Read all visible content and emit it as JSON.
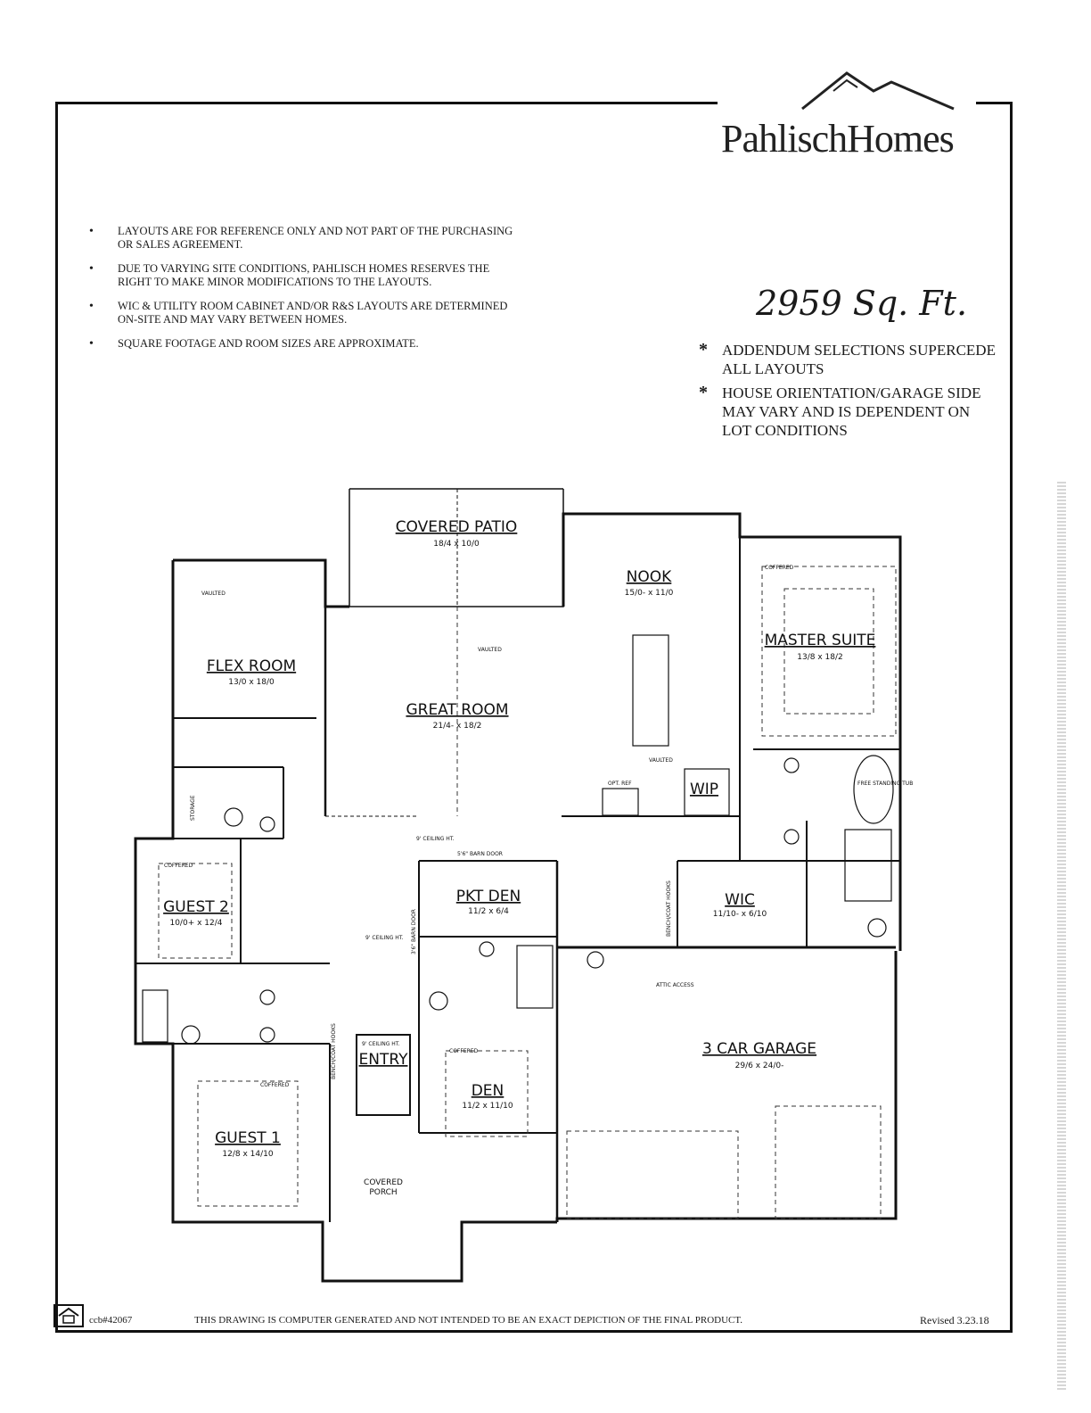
{
  "brand": {
    "name": "PahlischHomes"
  },
  "notes": [
    "LAYOUTS ARE FOR REFERENCE ONLY AND NOT PART OF THE PURCHASING OR SALES AGREEMENT.",
    "DUE TO VARYING SITE CONDITIONS, PAHLISCH HOMES RESERVES THE RIGHT TO MAKE MINOR MODIFICATIONS TO THE LAYOUTS.",
    "WIC & UTILITY ROOM CABINET AND/OR R&S LAYOUTS ARE DETERMINED ON-SITE AND MAY VARY BETWEEN HOMES.",
    "SQUARE FOOTAGE AND ROOM SIZES ARE APPROXIMATE."
  ],
  "square_footage": "2959 Sq. Ft.",
  "addenda": [
    "ADDENDUM SELECTIONS SUPERCEDE ALL LAYOUTS",
    "HOUSE ORIENTATION/GARAGE SIDE MAY VARY AND IS DEPENDENT ON LOT CONDITIONS"
  ],
  "addendum_marker": "*",
  "rooms": {
    "covered_patio": {
      "name": "COVERED PATIO",
      "dims": "18/4 x 10/0"
    },
    "nook": {
      "name": "NOOK",
      "dims": "15/0- x 11/0"
    },
    "master_suite": {
      "name": "MASTER SUITE",
      "dims": "13/8 x 18/2"
    },
    "flex_room": {
      "name": "FLEX ROOM",
      "dims": "13/0 x 18/0"
    },
    "great_room": {
      "name": "GREAT ROOM",
      "dims": "21/4- x 18/2"
    },
    "guest_2": {
      "name": "GUEST 2",
      "dims": "10/0+ x 12/4"
    },
    "pkt_den": {
      "name": "PKT DEN",
      "dims": "11/2 x 6/4"
    },
    "wic": {
      "name": "WIC",
      "dims": "11/10- x 6/10"
    },
    "wip": {
      "name": "WIP"
    },
    "entry": {
      "name": "ENTRY"
    },
    "den": {
      "name": "DEN",
      "dims": "11/2 x 11/10"
    },
    "guest_1": {
      "name": "GUEST 1",
      "dims": "12/8 x 14/10"
    },
    "garage": {
      "name": "3 CAR GARAGE",
      "dims": "29/6 x 24/0-"
    },
    "covered_porch": {
      "name": "COVERED\nPORCH"
    }
  },
  "annotations": {
    "vaulted": "VAULTED",
    "coffered": "COFFERED",
    "storage": "STORAGE",
    "ceiling_9": "9' CEILING HT.",
    "barn_door": "5'6\" BARN DOOR",
    "barn_door_2": "3'6\" BARN DOOR",
    "attic_access": "ATTIC ACCESS",
    "opt_ref": "OPT. REF",
    "free_standing_tub": "FREE STANDING TUB",
    "bench": "BENCH/COAT HOOKS"
  },
  "footer": {
    "ccb": "ccb#42067",
    "disclaimer": "THIS DRAWING IS COMPUTER GENERATED AND NOT INTENDED TO BE AN EXACT DEPICTION OF THE FINAL PRODUCT.",
    "revised": "Revised 3.23.18"
  },
  "colors": {
    "line": "#111111",
    "background": "#ffffff"
  }
}
